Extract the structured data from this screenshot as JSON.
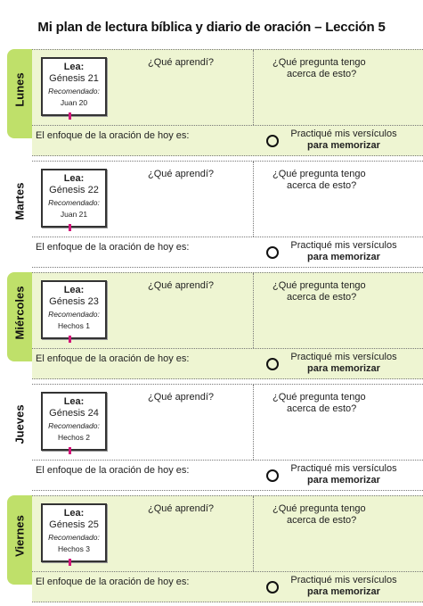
{
  "title": "Mi plan de lectura bíblica y diario de oración – Lección 5",
  "labels": {
    "lea": "Lea:",
    "recomendado": "Recomendado:",
    "que_aprendi": "¿Qué aprendí?",
    "pregunta_l1": "¿Qué pregunta tengo",
    "pregunta_l2": "acerca de esto?",
    "enfoque": "El enfoque de la oración de hoy es:",
    "practique_l1": "Practiqué mis versículos",
    "practique_l2": "para memorizar"
  },
  "days": [
    {
      "name": "Lunes",
      "reading": "Génesis 21",
      "recommended": "Juan 20"
    },
    {
      "name": "Martes",
      "reading": "Génesis 22",
      "recommended": "Juan 21"
    },
    {
      "name": "Miércoles",
      "reading": "Génesis 23",
      "recommended": "Hechos 1"
    },
    {
      "name": "Jueves",
      "reading": "Génesis 24",
      "recommended": "Hechos 2"
    },
    {
      "name": "Viernes",
      "reading": "Génesis 25",
      "recommended": "Hechos 3"
    }
  ],
  "colors": {
    "tab_green": "#bfe06a",
    "panel_green": "#eef5d2",
    "bookmark": "#d4147a"
  }
}
